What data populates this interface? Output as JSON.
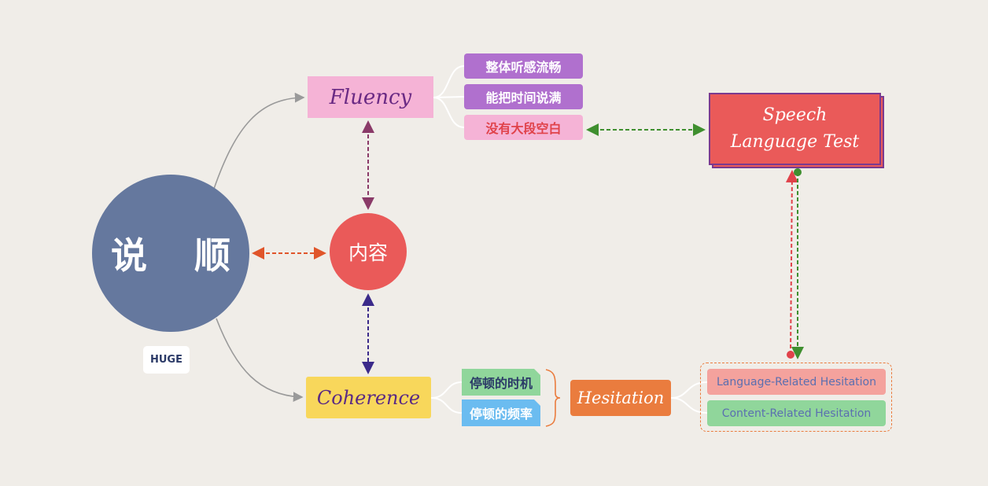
{
  "nodes": {
    "main": "说 顺",
    "content": "内容",
    "huge": "HUGE",
    "fluency": "Fluency",
    "coherence": "Coherence",
    "fluency_points": [
      "整体听感流畅",
      "能把时间说满",
      "没有大段空白"
    ],
    "coherence_points": [
      "停顿的时机",
      "停顿的频率"
    ],
    "hesitation": "Hesitation",
    "hesitation_types": [
      "Language-Related Hesitation",
      "Content-Related Hesitation"
    ],
    "speech_language_test": "Speech Language Test"
  },
  "colors": {
    "background": "#f0ede8",
    "main": "#65789e",
    "content": "#ea5a59",
    "fluency": "#f5b3d6",
    "coherence": "#f8d75b",
    "purple_tag": "#b070ce",
    "green_tag": "#90d69b",
    "blue_tag": "#6bbcf0",
    "hesitation": "#ea7c3e",
    "arrow_orange": "#e0552a",
    "arrow_maroon": "#8a3a68",
    "arrow_indigo": "#3b2a8a",
    "arrow_green": "#3f8f2f",
    "arrow_red": "#e0424a"
  }
}
